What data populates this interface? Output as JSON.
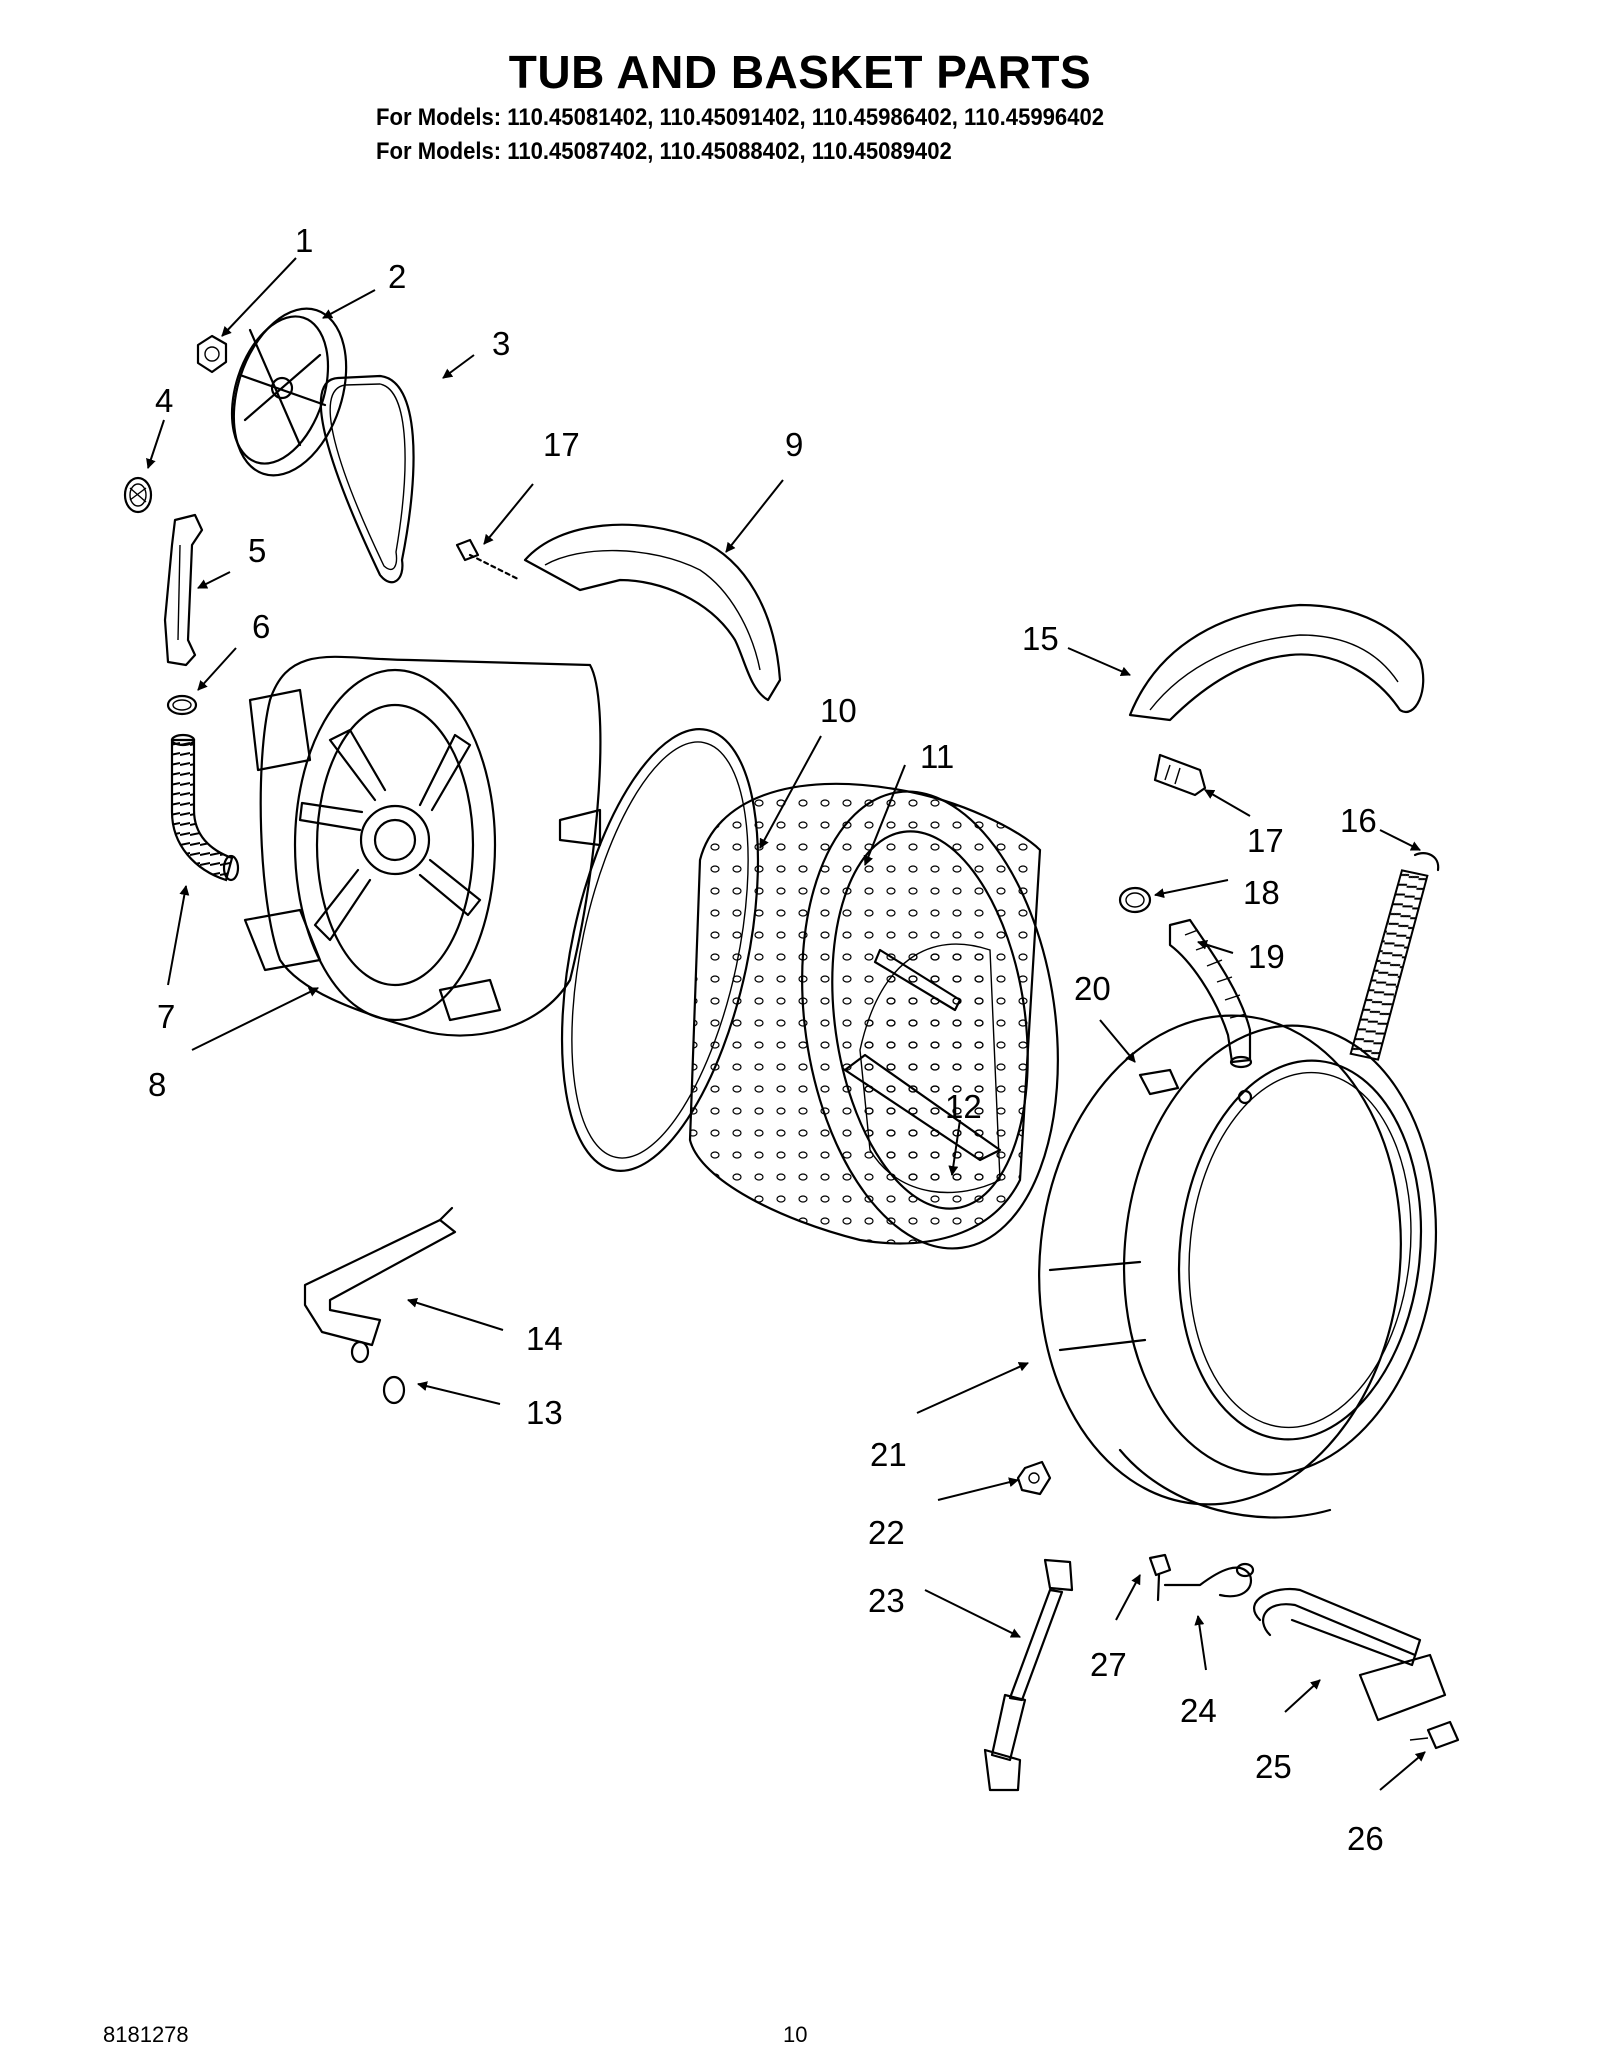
{
  "header": {
    "title": "TUB AND BASKET PARTS",
    "models_line_1": "For Models: 110.45081402, 110.45091402, 110.45986402, 110.45996402",
    "models_line_2": "For Models: 110.45087402, 110.45088402, 110.45089402"
  },
  "callouts": {
    "c1": "1",
    "c2": "2",
    "c3": "3",
    "c4": "4",
    "c5": "5",
    "c6": "6",
    "c7": "7",
    "c8": "8",
    "c9": "9",
    "c10": "10",
    "c11": "11",
    "c12": "12",
    "c13": "13",
    "c14": "14",
    "c15": "15",
    "c16": "16",
    "c17a": "17",
    "c17b": "17",
    "c18": "18",
    "c19": "19",
    "c20": "20",
    "c21": "21",
    "c22": "22",
    "c23": "23",
    "c24": "24",
    "c25": "25",
    "c26": "26",
    "c27": "27"
  },
  "footer": {
    "doc_number": "8181278",
    "page_number": "10"
  }
}
